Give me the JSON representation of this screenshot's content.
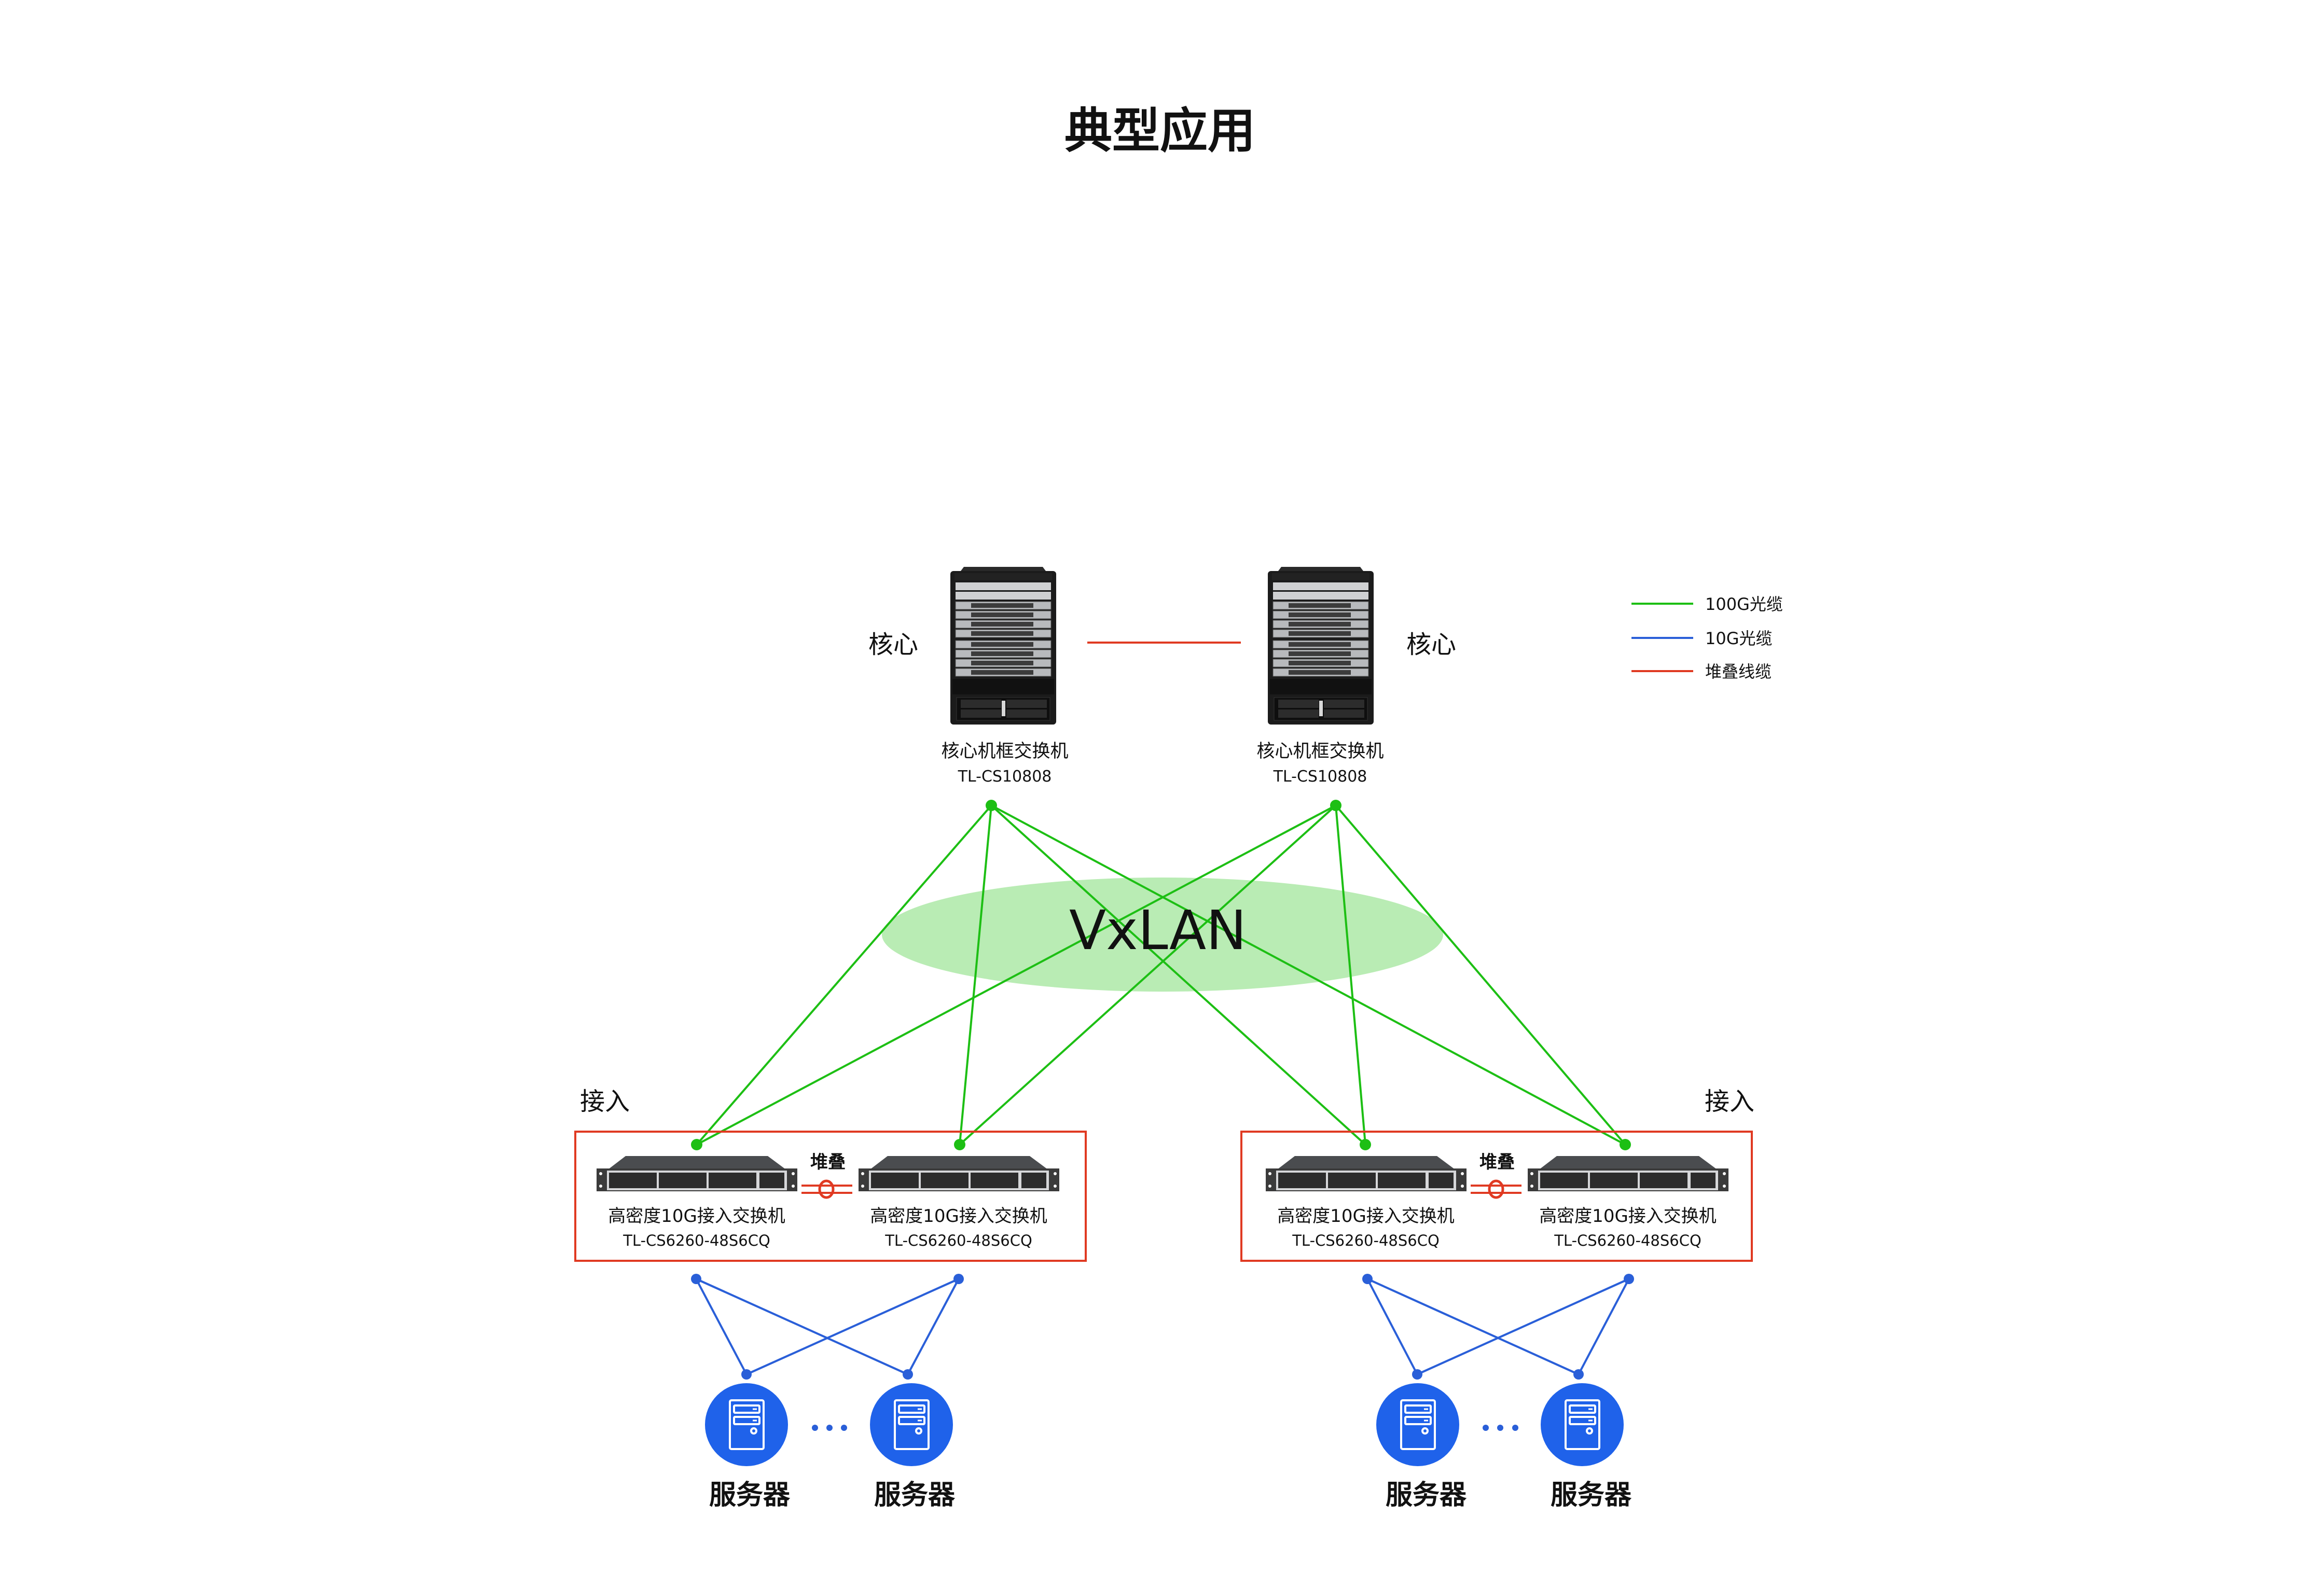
{
  "title": "典型应用",
  "colors": {
    "link_100g": "#1dbf14",
    "link_10g": "#2a5fd8",
    "link_stack": "#e03a22",
    "vxlan_fill": "#b9ecb4",
    "server_fill": "#1f62ea",
    "box_border": "#e03a22"
  },
  "legend": {
    "items": [
      {
        "label": "100G光缆",
        "kind": "link_100g"
      },
      {
        "label": "10G光缆",
        "kind": "link_10g"
      },
      {
        "label": "堆叠线缆",
        "kind": "link_stack"
      }
    ]
  },
  "overlay": {
    "vxlan_label": "VxLAN"
  },
  "core": {
    "layer_label": "核心",
    "switches": [
      {
        "name": "核心机框交换机",
        "model": "TL-CS10808"
      },
      {
        "name": "核心机框交换机",
        "model": "TL-CS10808"
      }
    ]
  },
  "access": {
    "layer_label": "接入",
    "stack_label": "堆叠",
    "groups": [
      {
        "switches": [
          {
            "name": "高密度10G接入交换机",
            "model": "TL-CS6260-48S6CQ"
          },
          {
            "name": "高密度10G接入交换机",
            "model": "TL-CS6260-48S6CQ"
          }
        ]
      },
      {
        "switches": [
          {
            "name": "高密度10G接入交换机",
            "model": "TL-CS6260-48S6CQ"
          },
          {
            "name": "高密度10G接入交换机",
            "model": "TL-CS6260-48S6CQ"
          }
        ]
      }
    ]
  },
  "servers": {
    "label": "服务器",
    "ellipsis": "···",
    "groups": [
      {
        "servers": [
          {
            "label": "服务器"
          },
          {
            "label": "服务器"
          }
        ]
      },
      {
        "servers": [
          {
            "label": "服务器"
          },
          {
            "label": "服务器"
          }
        ]
      }
    ]
  }
}
